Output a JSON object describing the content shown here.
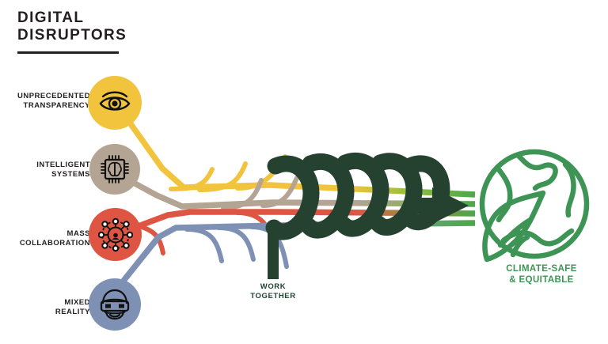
{
  "title": {
    "line1": "DIGITAL",
    "line2": "DISRUPTORS"
  },
  "disruptors": [
    {
      "label_line1": "UNPRECEDENTED",
      "label_line2": "TRANSPARENCY",
      "icon": "eye-icon",
      "color": "#F2C43D"
    },
    {
      "label_line1": "INTELLIGENT",
      "label_line2": "SYSTEMS",
      "icon": "brain-chip-icon",
      "color": "#B4A493"
    },
    {
      "label_line1": "MASS",
      "label_line2": "COLLABORATION",
      "icon": "network-people-icon",
      "color": "#DE5543"
    },
    {
      "label_line1": "MIXED",
      "label_line2": "REALITY",
      "icon": "vr-headset-face-icon",
      "color": "#7E91B4"
    }
  ],
  "center": {
    "label_line1": "WORK",
    "label_line2": "TOGETHER",
    "icon": "helix-coil-icon",
    "color": "#24422F"
  },
  "destination": {
    "label_line1": "CLIMATE-SAFE",
    "label_line2": "& EQUITABLE",
    "icon": "globe-leaf-icon",
    "color": "#3D9455"
  },
  "palette": {
    "ink": "#231f20",
    "background": "#ffffff",
    "yellow": "#F2C43D",
    "taupe": "#B4A493",
    "red": "#DE5543",
    "blue": "#7E91B4",
    "dark_green": "#24422F",
    "leaf_green": "#3D9455",
    "bright_green": "#5BA945"
  }
}
